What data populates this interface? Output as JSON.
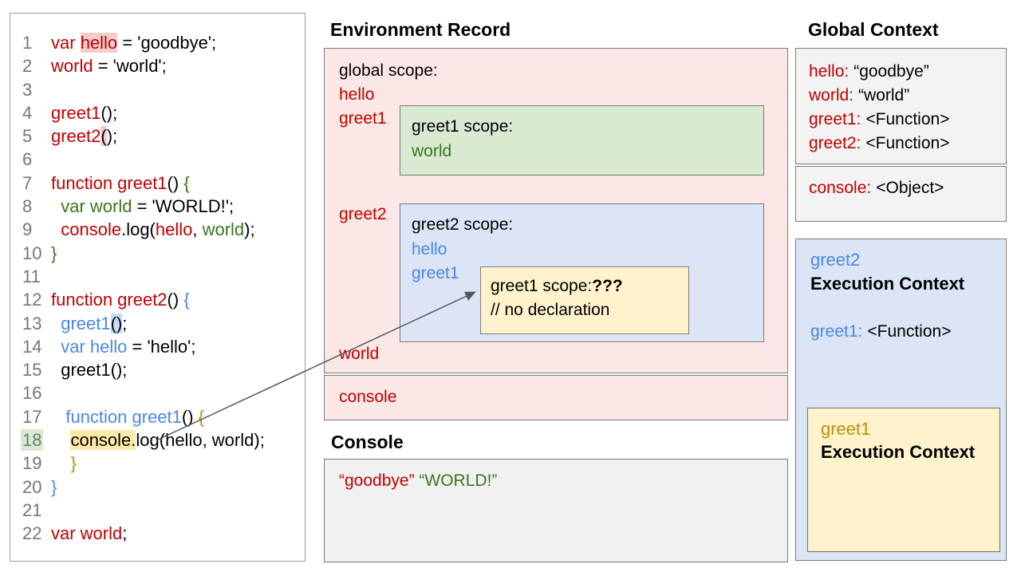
{
  "code_panel": {
    "lines": [
      {
        "no": "1",
        "tokens": [
          [
            "var ",
            "red"
          ],
          [
            "hello",
            "red",
            "pink"
          ],
          [
            " = 'goodbye';",
            "black"
          ]
        ]
      },
      {
        "no": "2",
        "tokens": [
          [
            "world",
            "red"
          ],
          [
            " = 'world';",
            "black"
          ]
        ]
      },
      {
        "no": "3",
        "tokens": []
      },
      {
        "no": "4",
        "tokens": [
          [
            "greet1",
            "red"
          ],
          [
            "();",
            "black"
          ]
        ]
      },
      {
        "no": "5",
        "tokens": [
          [
            "greet2",
            "red"
          ],
          [
            "(",
            "black",
            "pink"
          ],
          [
            ");",
            "black"
          ]
        ]
      },
      {
        "no": "6",
        "tokens": []
      },
      {
        "no": "7",
        "tokens": [
          [
            "function greet1",
            "red"
          ],
          [
            "() ",
            "black"
          ],
          [
            "{",
            "green"
          ]
        ]
      },
      {
        "no": "8",
        "tokens": [
          [
            "  ",
            "black"
          ],
          [
            "var world",
            "green"
          ],
          [
            " = 'WORLD!';",
            "black"
          ]
        ]
      },
      {
        "no": "9",
        "tokens": [
          [
            "  ",
            "black"
          ],
          [
            "console",
            "red"
          ],
          [
            ".log(",
            "black"
          ],
          [
            "hello",
            "red"
          ],
          [
            ", ",
            "black"
          ],
          [
            "world",
            "green"
          ],
          [
            ");",
            "black"
          ]
        ]
      },
      {
        "no": "10",
        "tokens": [
          [
            "}",
            "green"
          ]
        ]
      },
      {
        "no": "11",
        "tokens": []
      },
      {
        "no": "12",
        "tokens": [
          [
            "function greet2",
            "red"
          ],
          [
            "() ",
            "black"
          ],
          [
            "{",
            "blue"
          ]
        ]
      },
      {
        "no": "13",
        "tokens": [
          [
            "  ",
            "black"
          ],
          [
            "greet1",
            "blue"
          ],
          [
            "()",
            "black",
            "blue"
          ],
          [
            ";",
            "black"
          ]
        ]
      },
      {
        "no": "14",
        "tokens": [
          [
            "  ",
            "black"
          ],
          [
            "var hello",
            "blue"
          ],
          [
            " = 'hello';",
            "black"
          ]
        ]
      },
      {
        "no": "15",
        "tokens": [
          [
            "  ",
            "black"
          ],
          [
            "greet1();",
            "black"
          ]
        ]
      },
      {
        "no": "16",
        "tokens": []
      },
      {
        "no": "17",
        "tokens": [
          [
            "   ",
            "black"
          ],
          [
            "function greet1",
            "blue"
          ],
          [
            "() ",
            "black"
          ],
          [
            "{",
            "gold"
          ]
        ]
      },
      {
        "no": "18",
        "no_hl": "green",
        "tokens": [
          [
            "    ",
            "black"
          ],
          [
            "console.",
            "black",
            "yellow"
          ],
          [
            "log(hello, world);",
            "black"
          ]
        ]
      },
      {
        "no": "19",
        "tokens": [
          [
            "    ",
            "black"
          ],
          [
            "}",
            "gold"
          ]
        ]
      },
      {
        "no": "20",
        "tokens": [
          [
            "}",
            "blue"
          ]
        ]
      },
      {
        "no": "21",
        "tokens": []
      },
      {
        "no": "22",
        "tokens": [
          [
            "var world",
            "red"
          ],
          [
            ";",
            "black"
          ]
        ]
      }
    ]
  },
  "environment_record": {
    "title": "Environment Record",
    "global_scope_label": "global scope:",
    "hello": "hello",
    "greet1": "greet1",
    "greet2": "greet2",
    "world": "world",
    "console_label": "console",
    "greet1_scope": {
      "label": "greet1 scope:",
      "world": "world"
    },
    "greet2_scope": {
      "label": "greet2 scope:",
      "hello": "hello",
      "greet1": "greet1"
    },
    "greet1_inner": {
      "label": "greet1 scope:",
      "question": "???",
      "comment": "// no declaration"
    }
  },
  "console_panel": {
    "title": "Console",
    "goodbye": "“goodbye”",
    "world": "“WORLD!”"
  },
  "global_context": {
    "title": "Global Context",
    "rows": [
      {
        "label": "hello:",
        "value": "“goodbye”"
      },
      {
        "label": "world:",
        "value": "“world”"
      },
      {
        "label": "greet1:",
        "value": "<Function>"
      },
      {
        "label": "greet2:",
        "value": "<Function>"
      }
    ],
    "console_row": {
      "label": "console:",
      "value": "<Object>"
    }
  },
  "greet2_context": {
    "name": "greet2",
    "title": "Execution Context",
    "row": {
      "label": "greet1:",
      "value": "<Function>"
    }
  },
  "greet1_context": {
    "name": "greet1",
    "title": "Execution Context"
  },
  "colors": {
    "red": "#c00000",
    "blue": "#4a86e8",
    "green": "#38761d",
    "gold": "#bf9000",
    "line_number_gray": "#757575",
    "pink_bg": "#fbe7e5",
    "green_bg": "#d9ead3",
    "blue_bg": "#dbe5f6",
    "yellow_bg": "#fff2cc",
    "console_bg": "#f1f1f1",
    "context_bg": "#f3f3f3",
    "highlight_pink": "#f4cccc",
    "highlight_blue": "#c9daf8",
    "highlight_green": "#d9ead3",
    "highlight_yellow": "#ffe9a8",
    "border_gray": "#7b7b7b",
    "arrow": "#575757"
  }
}
